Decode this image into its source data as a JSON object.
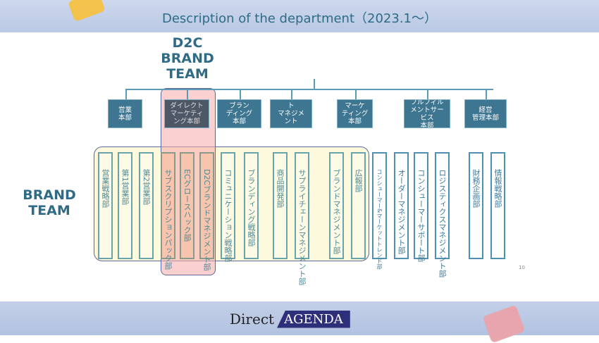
{
  "title": "Description of the department（2023.1～）",
  "labels": {
    "d2c_team": "D2C\nBRAND\nTEAM",
    "brand_team": "BRAND\nTEAM",
    "page_number": "10"
  },
  "logo": {
    "word1": "Direct",
    "word2": "AGENDA"
  },
  "headquarters": [
    {
      "label": "営業\n本部"
    },
    {
      "label": "ダイレクト\nマーケティ\nング本部"
    },
    {
      "label": "ブラン\nディング\n本部"
    },
    {
      "label": "ト\nマネジメ\nント"
    },
    {
      "label": "マーケ\nティング\n本部"
    },
    {
      "label": "フルフィル\nメントサー\nビス\n本部"
    },
    {
      "label": "経営\n管理本部"
    }
  ],
  "departments": [
    {
      "label": "営業戦略部"
    },
    {
      "label": "第1営業部"
    },
    {
      "label": "第2営業部"
    },
    {
      "label": "サブスクリプションパック部"
    },
    {
      "label": "ECグロースハック部"
    },
    {
      "label": "D2Cブランドマネジメント部"
    },
    {
      "label": "コミュニケーション戦略部"
    },
    {
      "label": "ブランディング戦略部"
    },
    {
      "label": "商品開発部"
    },
    {
      "label": "サプライチェーンマネジメント部"
    },
    {
      "label": "ブランドマネジメント部"
    },
    {
      "label": "広報部"
    },
    {
      "label": "コンシューマー&マーケットトレンド部"
    },
    {
      "label": "オーダーマネジメント部"
    },
    {
      "label": "コンシューマーサポート部"
    },
    {
      "label": "ロジスティクスマネジメント部"
    },
    {
      "label": "財務企画部"
    },
    {
      "label": "情報戦略部"
    }
  ]
}
